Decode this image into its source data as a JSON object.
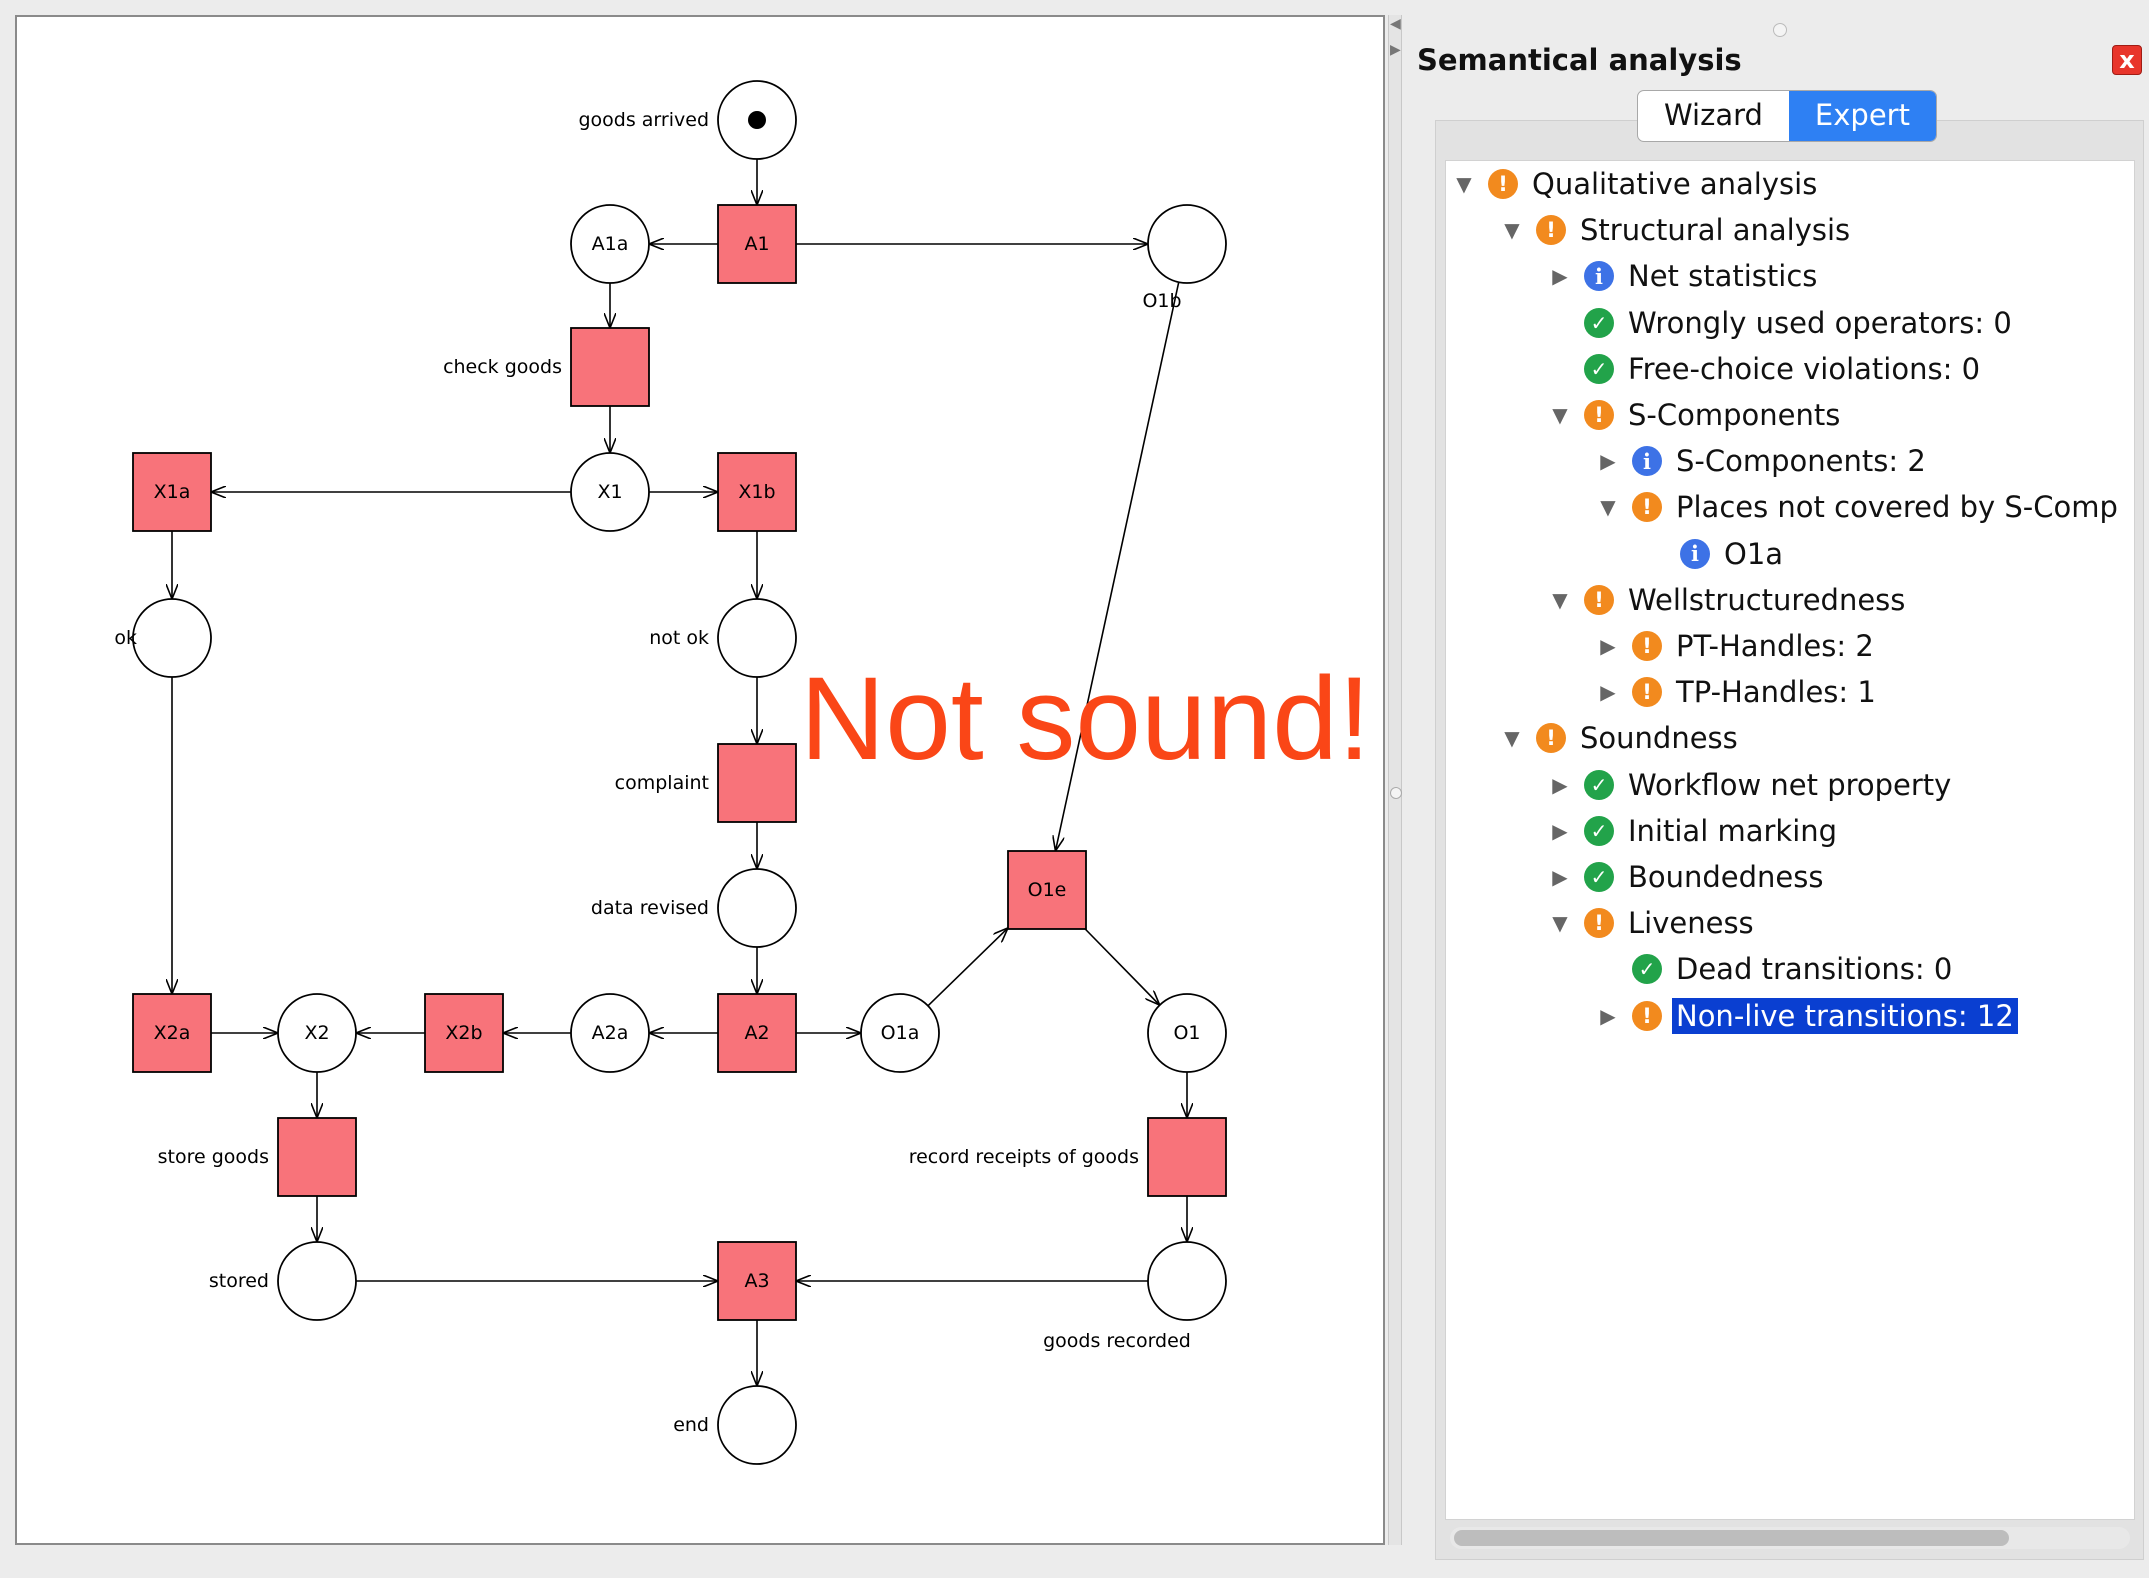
{
  "petri_net": {
    "places": [
      {
        "id": "p_goods_arrived",
        "label": "goods arrived",
        "inner": "",
        "token": true
      },
      {
        "id": "p_A1a",
        "label": "",
        "inner": "A1a",
        "token": false
      },
      {
        "id": "p_O1b",
        "label": "O1b",
        "inner": "",
        "token": false
      },
      {
        "id": "p_X1",
        "label": "",
        "inner": "X1",
        "token": false
      },
      {
        "id": "p_ok",
        "label": "ok",
        "inner": "",
        "token": false
      },
      {
        "id": "p_not_ok",
        "label": "not ok",
        "inner": "",
        "token": false
      },
      {
        "id": "p_data_revised",
        "label": "data revised",
        "inner": "",
        "token": false
      },
      {
        "id": "p_X2",
        "label": "",
        "inner": "X2",
        "token": false
      },
      {
        "id": "p_A2a",
        "label": "",
        "inner": "A2a",
        "token": false
      },
      {
        "id": "p_O1a",
        "label": "",
        "inner": "O1a",
        "token": false
      },
      {
        "id": "p_O1",
        "label": "",
        "inner": "O1",
        "token": false
      },
      {
        "id": "p_stored",
        "label": "stored",
        "inner": "",
        "token": false
      },
      {
        "id": "p_goods_recorded",
        "label": "goods recorded",
        "inner": "",
        "token": false
      },
      {
        "id": "p_end",
        "label": "end",
        "inner": "",
        "token": false
      }
    ],
    "transitions": [
      {
        "id": "t_A1",
        "label": "",
        "inner": "A1"
      },
      {
        "id": "t_check_goods",
        "label": "check goods",
        "inner": ""
      },
      {
        "id": "t_X1a",
        "label": "",
        "inner": "X1a"
      },
      {
        "id": "t_X1b",
        "label": "",
        "inner": "X1b"
      },
      {
        "id": "t_complaint",
        "label": "complaint",
        "inner": ""
      },
      {
        "id": "t_O1e",
        "label": "",
        "inner": "O1e"
      },
      {
        "id": "t_X2a",
        "label": "",
        "inner": "X2a"
      },
      {
        "id": "t_X2b",
        "label": "",
        "inner": "X2b"
      },
      {
        "id": "t_A2",
        "label": "",
        "inner": "A2"
      },
      {
        "id": "t_store_goods",
        "label": "store goods",
        "inner": ""
      },
      {
        "id": "t_record_receipts",
        "label": "record receipts of goods",
        "inner": ""
      },
      {
        "id": "t_A3",
        "label": "",
        "inner": "A3"
      }
    ],
    "arcs": [
      [
        "p_goods_arrived",
        "t_A1"
      ],
      [
        "t_A1",
        "p_A1a"
      ],
      [
        "t_A1",
        "p_O1b"
      ],
      [
        "p_A1a",
        "t_check_goods"
      ],
      [
        "t_check_goods",
        "p_X1"
      ],
      [
        "p_X1",
        "t_X1a"
      ],
      [
        "p_X1",
        "t_X1b"
      ],
      [
        "t_X1a",
        "p_ok"
      ],
      [
        "t_X1b",
        "p_not_ok"
      ],
      [
        "p_ok",
        "t_X2a"
      ],
      [
        "p_not_ok",
        "t_complaint"
      ],
      [
        "t_complaint",
        "p_data_revised"
      ],
      [
        "p_data_revised",
        "t_A2"
      ],
      [
        "t_A2",
        "p_A2a"
      ],
      [
        "t_A2",
        "p_O1a"
      ],
      [
        "p_A2a",
        "t_X2b"
      ],
      [
        "t_X2b",
        "p_X2"
      ],
      [
        "t_X2a",
        "p_X2"
      ],
      [
        "p_X2",
        "t_store_goods"
      ],
      [
        "t_store_goods",
        "p_stored"
      ],
      [
        "p_stored",
        "t_A3"
      ],
      [
        "p_O1a",
        "t_O1e"
      ],
      [
        "p_O1b",
        "t_O1e"
      ],
      [
        "t_O1e",
        "p_O1"
      ],
      [
        "p_O1",
        "t_record_receipts"
      ],
      [
        "t_record_receipts",
        "p_goods_recorded"
      ],
      [
        "p_goods_recorded",
        "t_A3"
      ],
      [
        "t_A3",
        "p_end"
      ]
    ],
    "colors": {
      "transition_fill": "#f8737a",
      "place_fill": "#ffffff",
      "stroke": "#000000"
    }
  },
  "overlay": {
    "text": "Not sound!",
    "color": "#fa4617"
  },
  "panel": {
    "title": "Semantical analysis",
    "close_label": "x",
    "tabs": {
      "wizard": "Wizard",
      "expert": "Expert"
    },
    "tree": [
      {
        "level": 0,
        "disc": "open",
        "icon": "warning",
        "label": "Qualitative analysis"
      },
      {
        "level": 1,
        "disc": "open",
        "icon": "warning",
        "label": "Structural analysis"
      },
      {
        "level": 2,
        "disc": "closed",
        "icon": "info",
        "label": "Net statistics"
      },
      {
        "level": 2,
        "disc": "none",
        "icon": "ok",
        "label": "Wrongly used operators: 0"
      },
      {
        "level": 2,
        "disc": "none",
        "icon": "ok",
        "label": "Free-choice violations: 0"
      },
      {
        "level": 2,
        "disc": "open",
        "icon": "warning",
        "label": "S-Components"
      },
      {
        "level": 3,
        "disc": "closed",
        "icon": "info",
        "label": "S-Components: 2"
      },
      {
        "level": 3,
        "disc": "open",
        "icon": "warning",
        "label": "Places not covered by S-Comp"
      },
      {
        "level": 4,
        "disc": "none",
        "icon": "info",
        "label": "O1a"
      },
      {
        "level": 2,
        "disc": "open",
        "icon": "warning",
        "label": "Wellstructuredness"
      },
      {
        "level": 3,
        "disc": "closed",
        "icon": "warning",
        "label": "PT-Handles: 2"
      },
      {
        "level": 3,
        "disc": "closed",
        "icon": "warning",
        "label": "TP-Handles: 1"
      },
      {
        "level": 1,
        "disc": "open",
        "icon": "warning",
        "label": "Soundness"
      },
      {
        "level": 2,
        "disc": "closed",
        "icon": "ok",
        "label": "Workflow net property"
      },
      {
        "level": 2,
        "disc": "closed",
        "icon": "ok",
        "label": "Initial marking"
      },
      {
        "level": 2,
        "disc": "closed",
        "icon": "ok",
        "label": "Boundedness"
      },
      {
        "level": 2,
        "disc": "open",
        "icon": "warning",
        "label": "Liveness"
      },
      {
        "level": 3,
        "disc": "none",
        "icon": "ok",
        "label": "Dead transitions: 0"
      },
      {
        "level": 3,
        "disc": "closed",
        "icon": "warning",
        "label": "Non-live transitions: 12",
        "selected": true
      }
    ]
  }
}
